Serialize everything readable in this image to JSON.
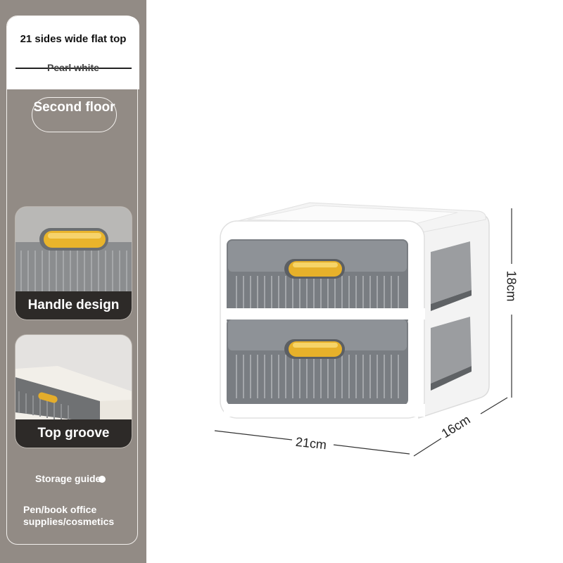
{
  "sidebar": {
    "title": "21 sides wide flat top",
    "subtitle": "Pearl white",
    "floor_option": "Second floor",
    "features": [
      {
        "label": "Handle design"
      },
      {
        "label": "Top groove"
      }
    ],
    "storage_guide": "Storage guide",
    "storage_items": "Pen/book office supplies/cosmetics"
  },
  "product": {
    "drawer_count": 2,
    "colors": {
      "body": "#ffffff",
      "drawer": "#6e7378",
      "handle": "#e7b12a",
      "sidebar_bg": "#928b85"
    }
  },
  "dimensions": {
    "width": "21cm",
    "depth": "16cm",
    "height": "18cm"
  }
}
